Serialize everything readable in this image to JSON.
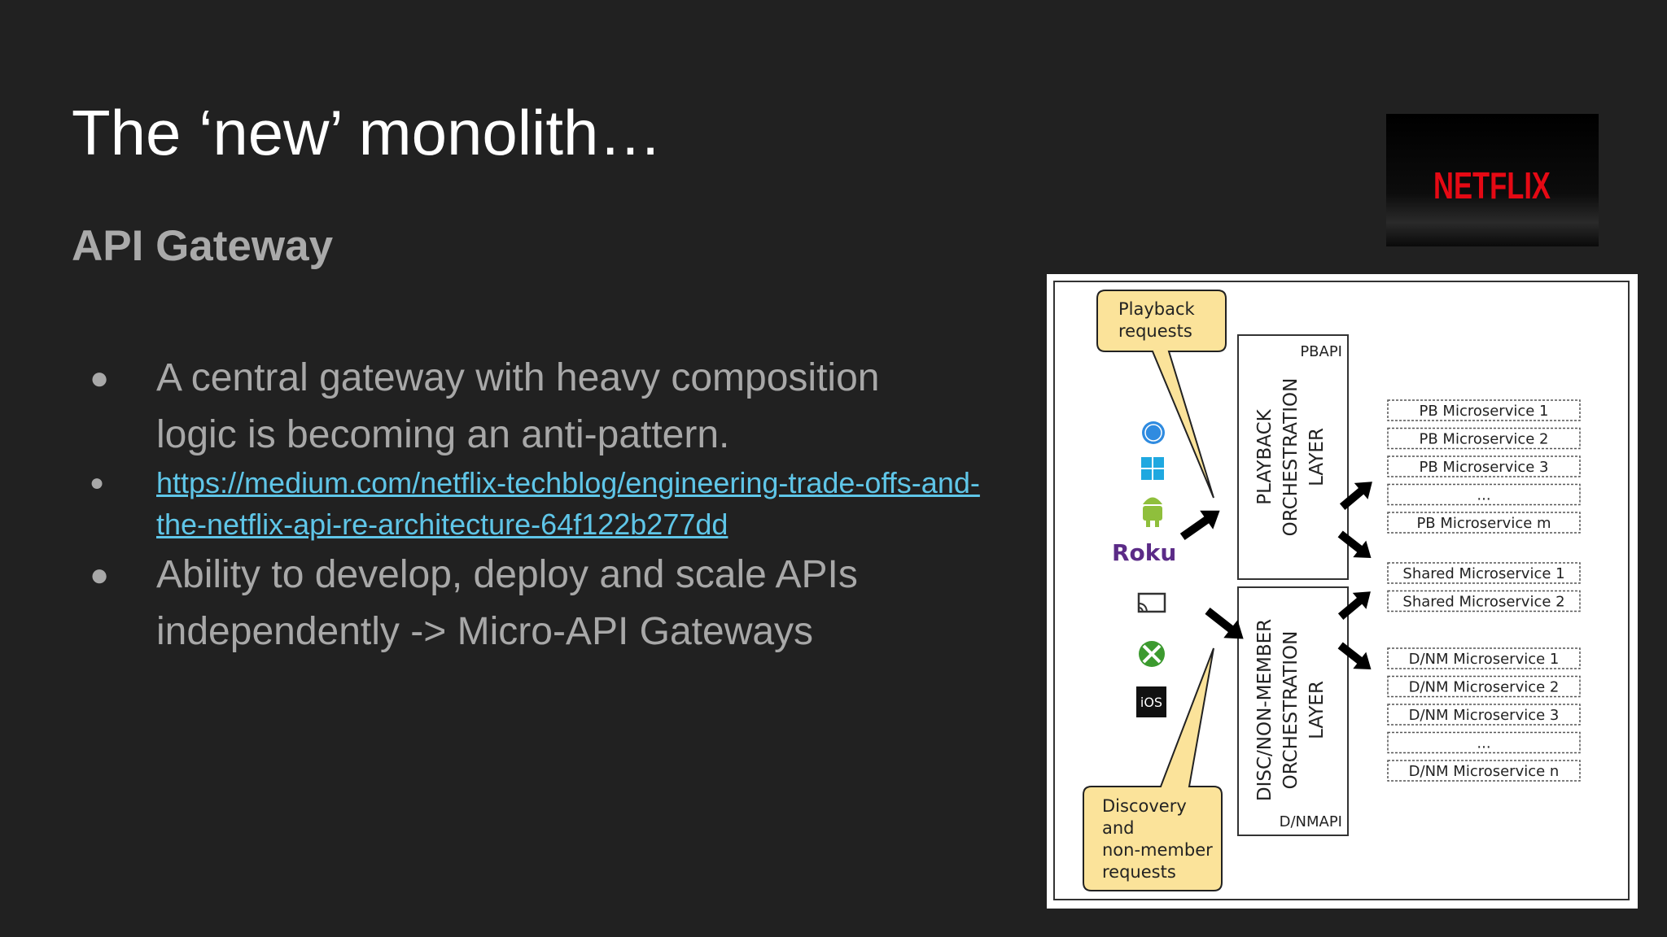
{
  "slide": {
    "title": "The ‘new’ monolith…",
    "subtitle": "API Gateway",
    "bullets": [
      {
        "line1": "A central gateway with heavy composition",
        "line2": "logic is becoming an anti-pattern."
      },
      {
        "link1": "https://medium.com/netflix-techblog/engineering-trade-offs-and-",
        "link2": "the-netflix-api-re-architecture-64f122b277dd"
      },
      {
        "line1": "Ability to develop, deploy and scale APIs",
        "line2": "independently -> Micro-API Gateways"
      }
    ],
    "logo_text": "NETFLIX"
  },
  "diagram": {
    "callout_top": [
      "Playback",
      "requests"
    ],
    "callout_bottom": [
      "Discovery",
      "and",
      "non-member",
      "requests"
    ],
    "pb_api": "PBAPI",
    "pb_layer": [
      "PLAYBACK",
      "ORCHESTRATION",
      "LAYER"
    ],
    "dnm_api": "D/NMAPI",
    "dnm_layer": [
      "DISC/NON-MEMBER",
      "ORCHESTRATION",
      "LAYER"
    ],
    "pb_services": [
      "PB Microservice 1",
      "PB Microservice 2",
      "PB Microservice 3",
      "...",
      "PB Microservice m"
    ],
    "shared_services": [
      "Shared Microservice 1",
      "Shared Microservice 2"
    ],
    "dnm_services": [
      "D/NM Microservice 1",
      "D/NM Microservice 2",
      "D/NM Microservice 3",
      "...",
      "D/NM Microservice n"
    ],
    "device_icons": [
      "safari-icon",
      "windows-icon",
      "android-icon",
      "roku-logo",
      "cast-icon",
      "xbox-icon",
      "ios-icon"
    ],
    "roku_label": "Roku",
    "ios_label": "iOS"
  },
  "colors": {
    "background": "#212121",
    "title": "#ffffff",
    "body_text": "#a8a8a8",
    "link": "#5fc6e8",
    "netflix_red": "#e50914",
    "callout_fill": "#fbe39a"
  }
}
